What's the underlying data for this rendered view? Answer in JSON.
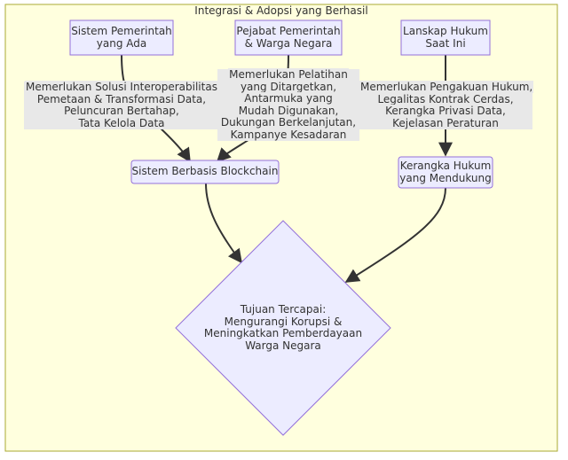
{
  "cluster": {
    "title": "Integrasi & Adopsi yang Berhasil"
  },
  "nodes": {
    "gov_systems": [
      "Sistem Pemerintah",
      "yang Ada"
    ],
    "officials": [
      "Pejabat Pemerintah",
      "& Warga Negara"
    ],
    "legal": [
      "Lanskap Hukum",
      "Saat Ini"
    ],
    "blockchain": [
      "Sistem Berbasis Blockchain"
    ],
    "framework": [
      "Kerangka Hukum",
      "yang Mendukung"
    ],
    "goal": [
      "Tujuan Tercapai:",
      "Mengurangi Korupsi &",
      "Meningkatkan Pemberdayaan",
      "Warga Negara"
    ]
  },
  "edges": {
    "gov_to_blockchain": [
      "Memerlukan Solusi Interoperabilitas,",
      "Pemetaan & Transformasi Data,",
      "Peluncuran Bertahap,",
      "Tata Kelola Data"
    ],
    "officials_to_blockchain": [
      "Memerlukan Pelatihan",
      "yang Ditargetkan,",
      "Antarmuka yang",
      "Mudah Digunakan,",
      "Dukungan Berkelanjutan,",
      "Kampanye Kesadaran"
    ],
    "legal_to_framework": [
      "Memerlukan Pengakuan Hukum,",
      "Legalitas Kontrak Cerdas,",
      "Kerangka Privasi Data,",
      "Kejelasan Peraturan"
    ]
  },
  "colors": {
    "cluster_fill": "#ffffde",
    "cluster_stroke": "#aaaa33",
    "node_fill": "#ececff",
    "node_stroke": "#9370db",
    "edge": "#333333",
    "edge_label_bg": "#e8e8e8"
  }
}
